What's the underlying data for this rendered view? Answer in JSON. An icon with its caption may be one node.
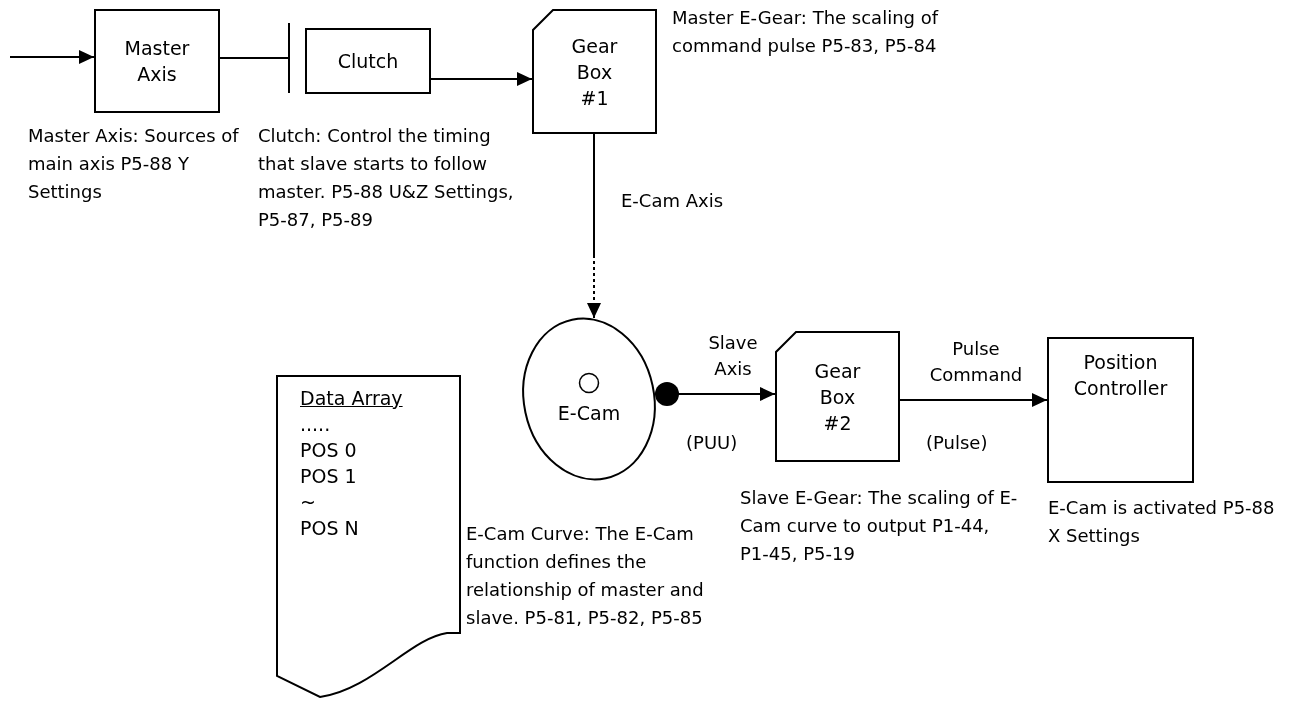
{
  "diagram": {
    "nodes": [
      {
        "text": [
          "Master Axis"
        ],
        "beside": [
          "Master Axis: Sources of main axis P5-88 Y Settings"
        ]
      },
      {
        "text": [
          "Clutch"
        ],
        "beside": [
          "Clutch: Control the timing that slave starts to follow master. P5-88 U&Z Settings, P5-87, P5-89"
        ]
      },
      {
        "text": [
          "Gear Box #1"
        ],
        "beside": [
          "Master E-Gear: The scaling of command pulse P5-83, P5-84"
        ]
      },
      {
        "text": [
          "E-Cam"
        ]
      },
      {
        "text": [
          "Gear Box #2"
        ],
        "beside": [
          "Slave E-Gear: The scaling of E-Cam curve to output P1-44, P1-45, P5-19"
        ]
      },
      {
        "text": [
          "Position Controller"
        ],
        "beside": [
          "E-Cam is activated P5-88 X Settings"
        ]
      },
      {
        "text": [
          "Data Array",
          ".....",
          "POS 0",
          "POS 1",
          "~",
          "POS N"
        ],
        "beside": [
          "E-Cam Curve: The E-Cam function defines the relationship of master and slave. P5-81, P5-82, P5-85"
        ]
      }
    ],
    "edges": [
      {
        "from": null,
        "to": 0,
        "arrow": "to"
      },
      {
        "from": 0,
        "to": 1,
        "arrow": "other"
      },
      {
        "from": 1,
        "to": 2,
        "arrow": "to"
      },
      {
        "from": 2,
        "to": 3,
        "arrow": "to",
        "label": "E-Cam Axis",
        "style": "dashed"
      },
      {
        "from": 3,
        "to": 4,
        "arrow": "to",
        "label": "Slave Axis"
      },
      {
        "from": 4,
        "to": 5,
        "arrow": "to",
        "label": "Pulse Command"
      }
    ],
    "labels": [
      "(PUU)",
      "(Pulse)"
    ]
  }
}
